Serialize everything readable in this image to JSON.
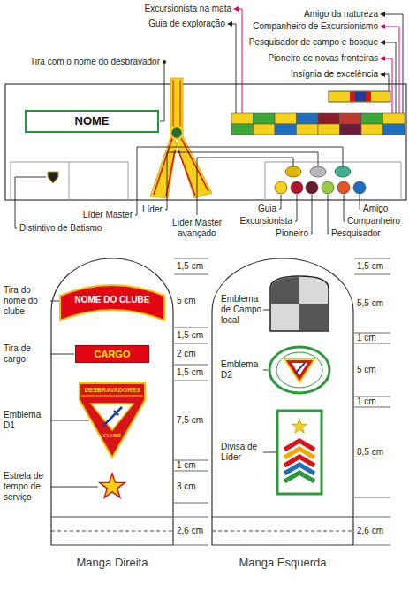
{
  "diagram": {
    "nodes": [
      {
        "text": [
          "NOME"
        ]
      },
      {
        "text": [
          "Manga Direita"
        ]
      },
      {
        "text": [
          "NOME DO CLUBE"
        ],
        "in": 1
      },
      {
        "text": [
          "CARGO"
        ],
        "in": 1
      },
      {
        "text": [
          "DESBRAVADORES",
          "CLUBE"
        ],
        "in": 1
      },
      {
        "text": [
          "Manga Esquerda"
        ]
      }
    ],
    "labels": [
      "Excursionista na mata",
      "Amigo da natureza",
      "Guia de exploração",
      "Companheiro de Excursionismo",
      "Pesquisador de campo e bosque",
      "Pioneiro de novas fronteiras",
      "Tira com o nome do desbravador",
      "Insígnia de excelência",
      "Guia",
      "Amigo",
      "Líder",
      "Líder Master",
      "Excursionista",
      "Companheiro",
      "Líder Master avançado",
      "Distintivo de Batismo",
      "Pioneiro",
      "Pesquisador",
      "Tira do nome do clube",
      "1,5 cm",
      "5 cm",
      "1,5 cm",
      "Tira de cargo",
      "2 cm",
      "1,5 cm",
      "Emblema D1",
      "7,5 cm",
      "1 cm",
      "Estrela de tempo de serviço",
      "3 cm",
      "2,6 cm",
      "Emblema de Campo local",
      "1,5 cm",
      "5,5 cm",
      "1 cm",
      "Emblema D2",
      "5 cm",
      "1 cm",
      "Divisa de Líder",
      "8,5 cm",
      "2,6 cm"
    ]
  }
}
